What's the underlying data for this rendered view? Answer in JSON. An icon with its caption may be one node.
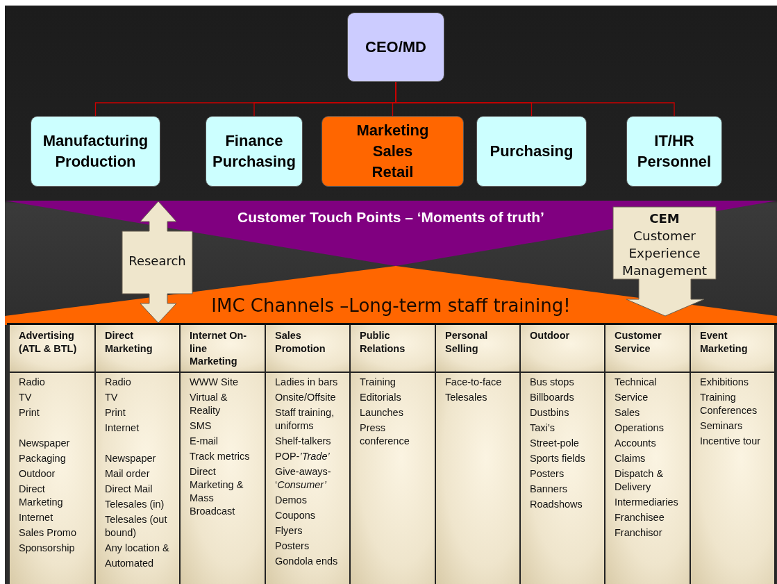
{
  "diagram": {
    "nodes": [
      {
        "text": [
          "CEO/MD"
        ]
      },
      {
        "text": [
          "Manufacturing Production"
        ]
      },
      {
        "text": [
          "Finance Purchasing"
        ]
      },
      {
        "text": [
          "Marketing Sales Retail"
        ]
      },
      {
        "text": [
          "Purchasing"
        ]
      },
      {
        "text": [
          "IT/HR Personnel"
        ]
      },
      {
        "text": [
          "Customer Touch Points – ‘Moments of truth’"
        ]
      },
      {
        "text": [
          "IMC Channels –Long-term staff training!"
        ]
      },
      {
        "text": [
          "Research"
        ]
      },
      {
        "text": [
          "CEM",
          "Customer Experience Management"
        ]
      },
      {
        "text": [
          "Advertising (ATL & BTL)"
        ]
      },
      {
        "text": [
          "Direct Marketing"
        ]
      },
      {
        "text": [
          "Internet On-line Marketing"
        ]
      },
      {
        "text": [
          "Sales Promotion"
        ]
      },
      {
        "text": [
          "Public Relations"
        ]
      },
      {
        "text": [
          "Personal Selling"
        ]
      },
      {
        "text": [
          "Outdoor"
        ]
      },
      {
        "text": [
          "Customer Service"
        ]
      },
      {
        "text": [
          "Event Marketing"
        ]
      },
      {
        "text": [
          "Radio",
          "TV",
          "Print",
          "Newspaper",
          "Packaging",
          "Outdoor",
          "Direct Marketing",
          "Internet",
          "Sales Promo",
          "Sponsorship"
        ]
      },
      {
        "text": [
          "Radio",
          "TV",
          "Print",
          "Internet",
          "Newspaper",
          "Mail order",
          "Direct Mail",
          "Telesales (in)",
          "Telesales (out bound)",
          "Any location &",
          "Automated"
        ]
      },
      {
        "text": [
          "WWW Site",
          "Virtual & Reality",
          "SMS",
          "E-mail",
          "Track metrics",
          "Direct Marketing & Mass Broadcast"
        ]
      },
      {
        "text": [
          "Ladies in bars",
          "Onsite/Offsite",
          "Staff training, uniforms",
          "Shelf-talkers",
          "POP-*’Trade’*",
          "Give-aways- ‘*Consumer’*",
          "Demos",
          "Coupons",
          "Flyers",
          "Posters",
          "Gondola ends"
        ]
      },
      {
        "text": [
          "Training",
          "Editorials",
          "Launches",
          "Press conference"
        ]
      },
      {
        "text": [
          "Face-to-face",
          "Telesales"
        ]
      },
      {
        "text": [
          "Bus stops",
          "Billboards",
          "Dustbins",
          "Taxi’s",
          "Street-pole",
          "Sports fields",
          "Posters",
          "Banners",
          "Roadshows"
        ]
      },
      {
        "text": [
          "Technical",
          "Service",
          "Sales",
          "Operations",
          "Accounts",
          "Claims",
          "Dispatch & Delivery",
          "Intermediaries",
          "Franchisee",
          "Franchisor"
        ]
      },
      {
        "text": [
          "Exhibitions",
          "Training Conferences",
          "Seminars",
          "Incentive tour"
        ]
      }
    ],
    "edges": [
      {
        "from": 0,
        "to": 1,
        "arrow": "none"
      },
      {
        "from": 0,
        "to": 2,
        "arrow": "none"
      },
      {
        "from": 0,
        "to": 3,
        "arrow": "none"
      },
      {
        "from": 0,
        "to": 4,
        "arrow": "none"
      },
      {
        "from": 0,
        "to": 5,
        "arrow": "none"
      }
    ]
  }
}
